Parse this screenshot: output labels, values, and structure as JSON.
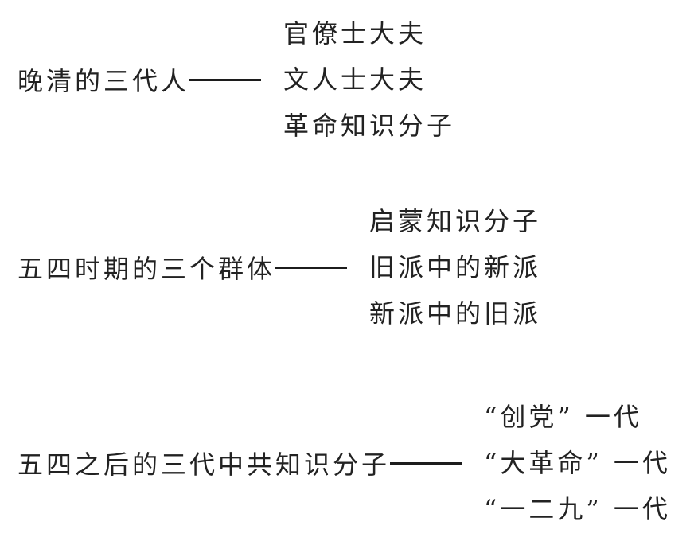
{
  "page": {
    "background": "#ffffff",
    "text_color": "#222222",
    "dash_color": "#1c1c1c"
  },
  "groups": [
    {
      "label": "晚清的三代人",
      "connector": "——",
      "items": [
        "官僚士大夫",
        "文人士大夫",
        "革命知识分子"
      ]
    },
    {
      "label": "五四时期的三个群体",
      "connector": "——",
      "items": [
        "启蒙知识分子",
        "旧派中的新派",
        "新派中的旧派"
      ]
    },
    {
      "label": "五四之后的三代中共知识分子",
      "connector": "——",
      "items": [
        "“创党” 一代",
        "“大革命” 一代",
        "“一二九” 一代"
      ]
    }
  ]
}
